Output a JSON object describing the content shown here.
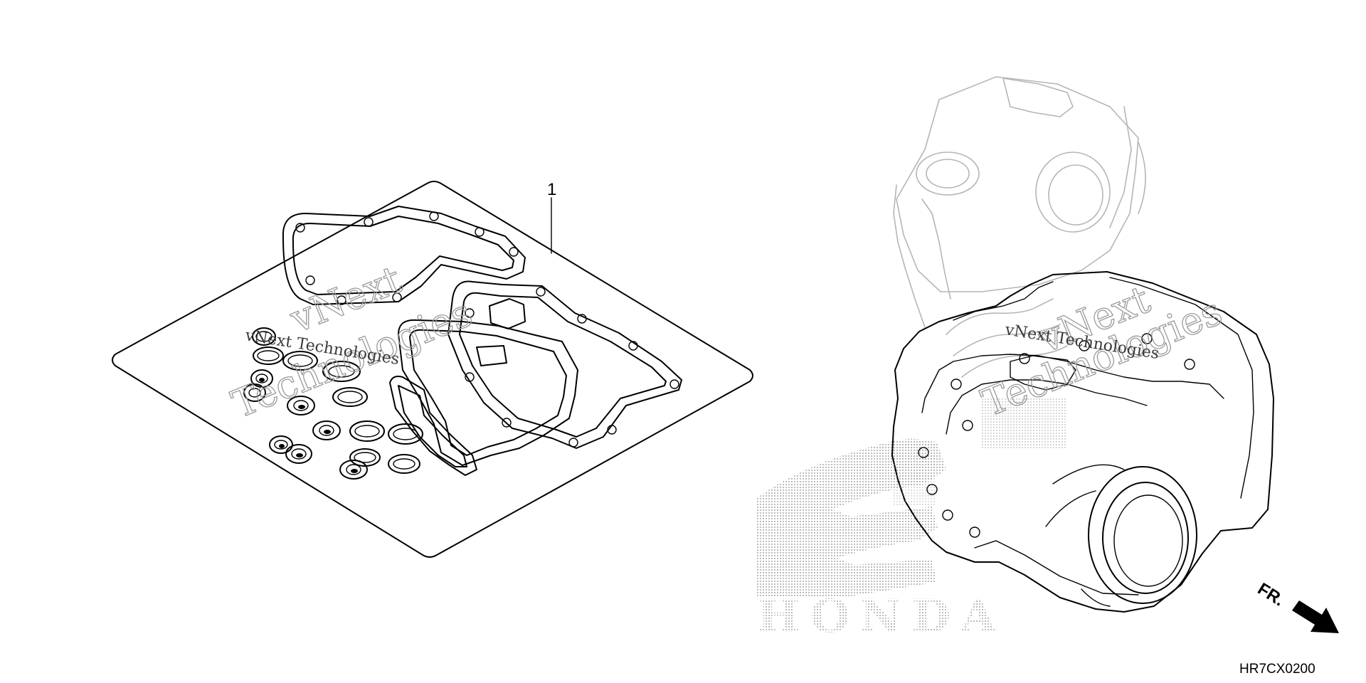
{
  "diagram": {
    "callouts": [
      {
        "label": "1"
      }
    ],
    "direction_indicator": {
      "label": "FR.",
      "icon": "front-direction-arrow-icon"
    },
    "diagram_code": "HR7CX0200",
    "watermark": {
      "line_a": "vNext Technologies",
      "line_b": "vNext",
      "line_c": "Technologies"
    },
    "logo_text": "HONDA",
    "colors": {
      "line": "#000000",
      "ghost_line": "#b5b5b5",
      "dot_pattern": "#8c8c8c",
      "background": "#ffffff"
    }
  }
}
